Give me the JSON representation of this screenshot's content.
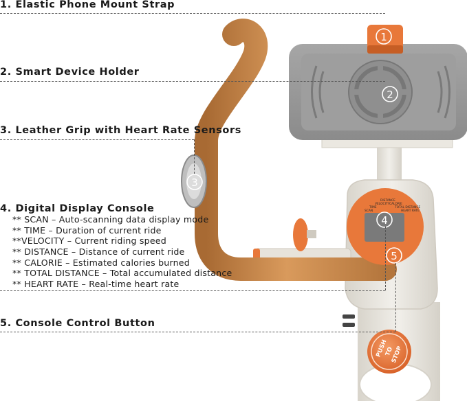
{
  "callouts": [
    {
      "title": "1. Elastic Phone Mount Strap",
      "marker": "1"
    },
    {
      "title": "2. Smart Device Holder",
      "marker": "2"
    },
    {
      "title": "3. Leather Grip with Heart Rate Sensors",
      "marker": "3"
    },
    {
      "title": "4. Digital Display Console",
      "marker": "4",
      "items": [
        "** SCAN  –  Auto-scanning data display mode",
        "** TIME  –  Duration of current ride",
        "**VELOCITY  –  Current riding speed",
        "** DISTANCE  –  Distance of current ride",
        "** CALORIE  –  Estimated calories burned",
        "** TOTAL DISTANCE  –  Total accumulated distance",
        "** HEART RATE  –  Real-time heart rate"
      ]
    },
    {
      "title": "5.   Console Control Button",
      "marker": "5"
    }
  ],
  "console_labels": [
    "DISTANCE",
    "VELOCITY",
    "CALORIE",
    "TIME",
    "TOTAL DISTANCE",
    "SCAN",
    "HEART RATE"
  ],
  "knob_text": [
    "PUSH",
    "TO",
    "STOP"
  ],
  "colors": {
    "accent": "#e8783a",
    "handlebar": "#c98a4d",
    "holder": "#9a9a9a",
    "frame": "#e6e3dc"
  }
}
